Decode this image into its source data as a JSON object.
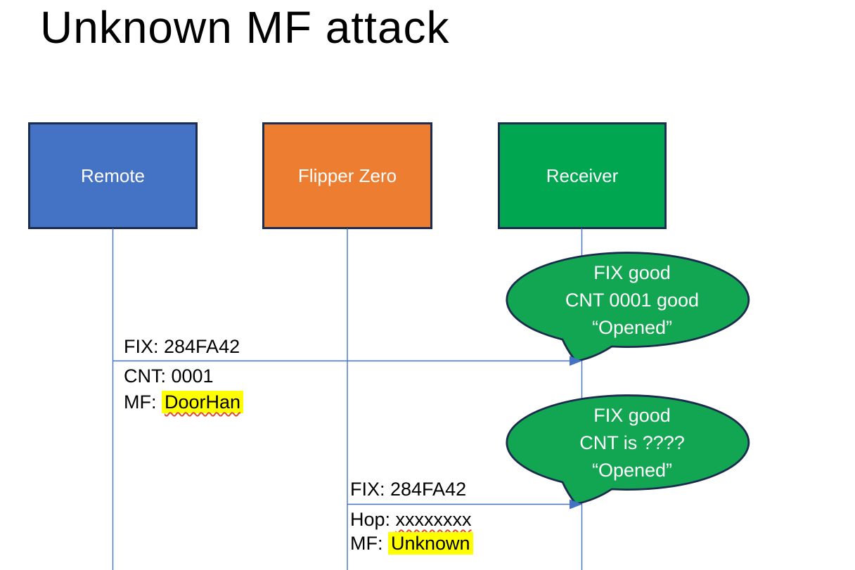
{
  "slide": {
    "title": "Unknown MF attack"
  },
  "actors": [
    {
      "label": "Remote",
      "fill": "#4472C4"
    },
    {
      "label": "Flipper Zero",
      "fill": "#ED7D31"
    },
    {
      "label": "Receiver",
      "fill": "#00A650"
    }
  ],
  "messages": [
    {
      "from": "Remote",
      "to": "Receiver",
      "rows": [
        {
          "label": "FIX: 284FA42",
          "mark": ""
        },
        {
          "label": "CNT: 0001",
          "mark": ""
        },
        {
          "label": "MF: ",
          "mark": "DoorHan"
        }
      ]
    },
    {
      "from": "Flipper Zero",
      "to": "Receiver",
      "rows": [
        {
          "label": "FIX: 284FA42",
          "mark": ""
        },
        {
          "label": "Hop: ",
          "mark": "xxxxxxxx"
        },
        {
          "label": "MF: ",
          "mark": "Unknown"
        }
      ]
    }
  ],
  "callouts": [
    {
      "lines": [
        "FIX good",
        "CNT 0001 good",
        "“Opened”"
      ]
    },
    {
      "lines": [
        "FIX good",
        "CNT is ????",
        "“Opened”"
      ]
    }
  ],
  "colors": {
    "actor_border": "#1B2C4F",
    "connector": "#4472C4",
    "callout_fill": "#12A652",
    "callout_border": "#1B2C4F",
    "highlight": "#FFFF00",
    "squiggle": "#E04B2F",
    "text_on_fill": "#FFFFFF",
    "text": "#000000"
  }
}
